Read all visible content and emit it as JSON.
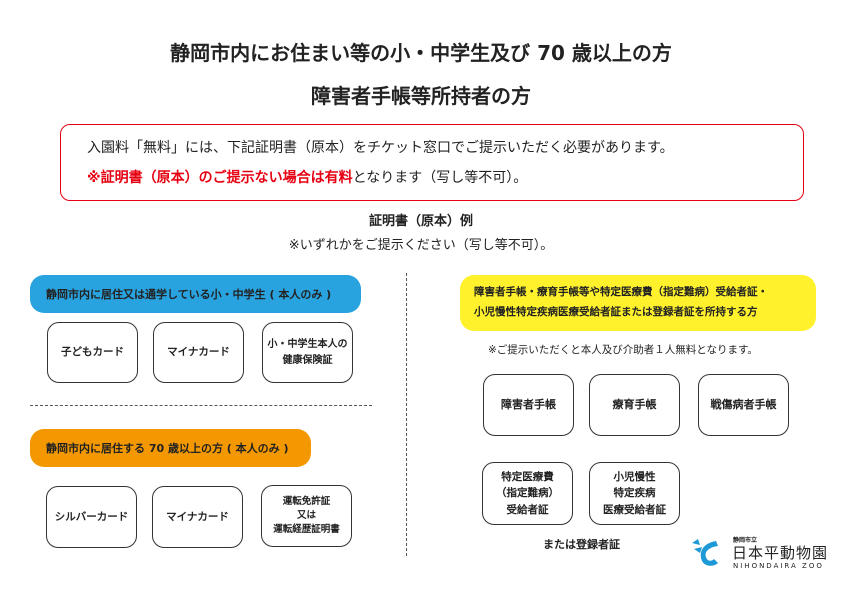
{
  "title_line1": "静岡市内にお住まい等の小・中学生及び 70 歳以上の方",
  "title_line2": "障害者手帳等所持者の方",
  "notice": {
    "line1": "入園料「無料」には、下記証明書（原本）をチケット窓口でご提示いただく必要があります。",
    "line2_red": "※証明書（原本）のご提示ない場合は有料",
    "line2_rest": "となります（写し等不可）。"
  },
  "examples_heading": "証明書（原本）例",
  "examples_note": "※いずれかをご提示ください（写し等不可）。",
  "students": {
    "label": "静岡市内に居住又は通学している小・中学生 ( 本人のみ )",
    "cards": [
      "子どもカード",
      "マイナカード",
      "小・中学生本人の\n健康保険証"
    ]
  },
  "seniors": {
    "label": "静岡市内に居住する 70 歳以上の方 ( 本人のみ )",
    "cards": [
      "シルバーカード",
      "マイナカード",
      "運転免許証\n又は\n運転経歴証明書"
    ]
  },
  "disability": {
    "label_line1": "障害者手帳・療育手帳等や特定医療費（指定難病）受給者証・",
    "label_line2": "小児慢性特定疾病医療受給者証または登録者証を所持する方",
    "note": "※ご提示いただくと本人及び介助者１人無料となります。",
    "cards": [
      "障害者手帳",
      "療育手帳",
      "戦傷病者手帳",
      "特定医療費\n（指定難病）\n受給者証",
      "小児慢性\n特定疾病\n医療受給者証"
    ],
    "footnote": "または登録者証"
  },
  "logo": {
    "small": "静岡市立",
    "main": "日本平動物園",
    "en": "NIHONDAIRA ZOO"
  },
  "colors": {
    "blue": "#29a3df",
    "orange": "#f39800",
    "yellow": "#fff22d",
    "red": "#e60012"
  }
}
